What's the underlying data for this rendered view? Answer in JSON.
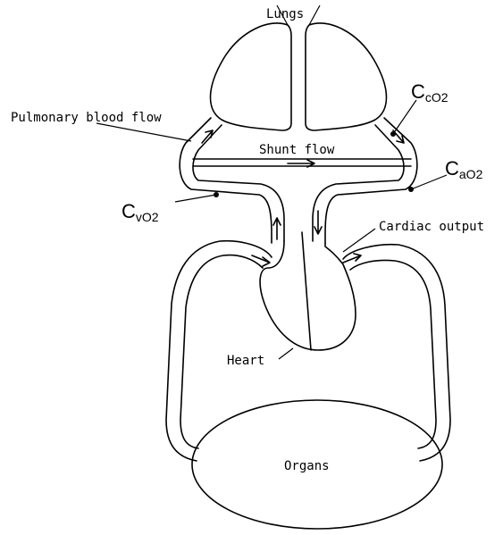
{
  "labels": {
    "lungs": "Lungs",
    "pulmonary_blood_flow": "Pulmonary blood flow",
    "shunt_flow": "Shunt flow",
    "cardiac_output": "Cardiac output",
    "heart": "Heart",
    "organs": "Organs"
  },
  "concentrations": {
    "end_capillary": {
      "symbol": "C",
      "subscript": "cO2"
    },
    "arterial": {
      "symbol": "C",
      "subscript": "aO2"
    },
    "venous": {
      "symbol": "C",
      "subscript": "vO2"
    }
  },
  "colors": {
    "line": "#000000",
    "background": "#ffffff"
  }
}
